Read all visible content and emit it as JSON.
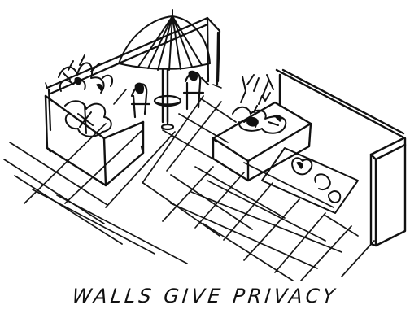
{
  "caption": "WALLS GIVE PRIVACY",
  "colors": {
    "ink": "#111111",
    "paper": "#ffffff"
  },
  "elements": [
    "patio-umbrella",
    "pergola-frame",
    "left-planter-box",
    "left-planter-shrubs",
    "bistro-table",
    "patio-chairs",
    "right-planter-box",
    "right-planter-shrubs",
    "privacy-wall",
    "rock-garden",
    "paving-grid"
  ]
}
